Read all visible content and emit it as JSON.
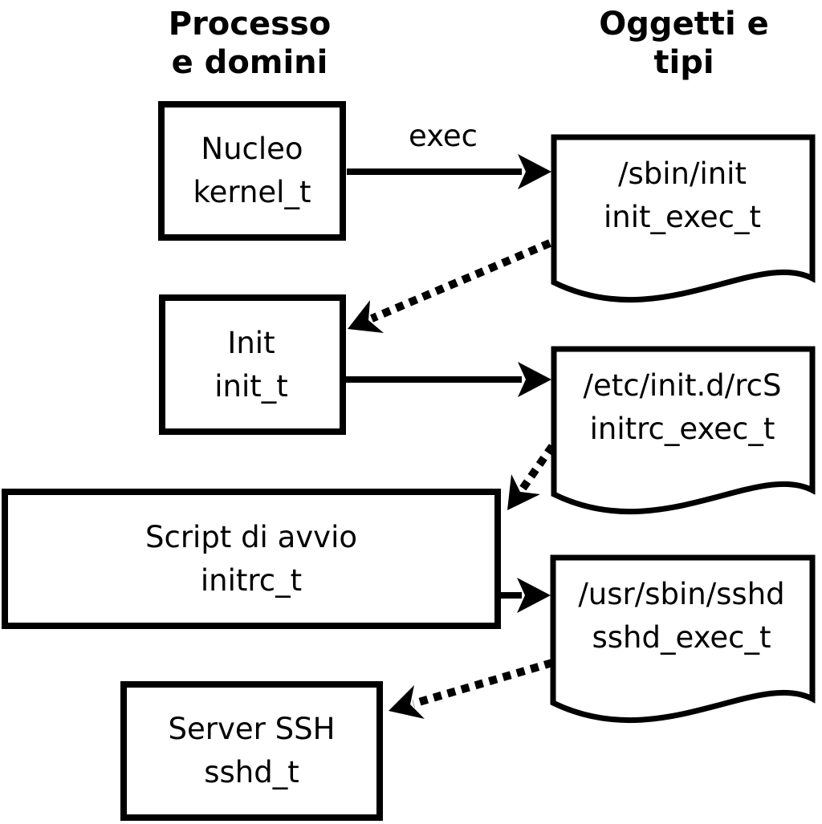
{
  "columns": {
    "left": {
      "line1": "Processo",
      "line2": "e domini"
    },
    "right": {
      "line1": "Oggetti e",
      "line2": "tipi"
    }
  },
  "processes": [
    {
      "label": "Nucleo",
      "type": "kernel_t"
    },
    {
      "label": "Init",
      "type": "init_t"
    },
    {
      "label": "Script di avvio",
      "type": "initrc_t"
    },
    {
      "label": "Server SSH",
      "type": "sshd_t"
    }
  ],
  "objects": [
    {
      "label": "/sbin/init",
      "type": "init_exec_t"
    },
    {
      "label": "/etc/init.d/rcS",
      "type": "initrc_exec_t"
    },
    {
      "label": "/usr/sbin/sshd",
      "type": "sshd_exec_t"
    }
  ],
  "edges": {
    "exec_label": "exec",
    "solid": [
      {
        "from": "kernel_t",
        "to": "init_exec_t",
        "label": "exec"
      },
      {
        "from": "init_t",
        "to": "initrc_exec_t",
        "label": ""
      },
      {
        "from": "initrc_t",
        "to": "sshd_exec_t",
        "label": ""
      }
    ],
    "dotted": [
      {
        "from": "init_exec_t",
        "to": "init_t"
      },
      {
        "from": "initrc_exec_t",
        "to": "initrc_t"
      },
      {
        "from": "sshd_exec_t",
        "to": "sshd_t"
      }
    ]
  },
  "colors": {
    "stroke": "#000000",
    "fill": "#ffffff",
    "background": "#ffffff"
  }
}
